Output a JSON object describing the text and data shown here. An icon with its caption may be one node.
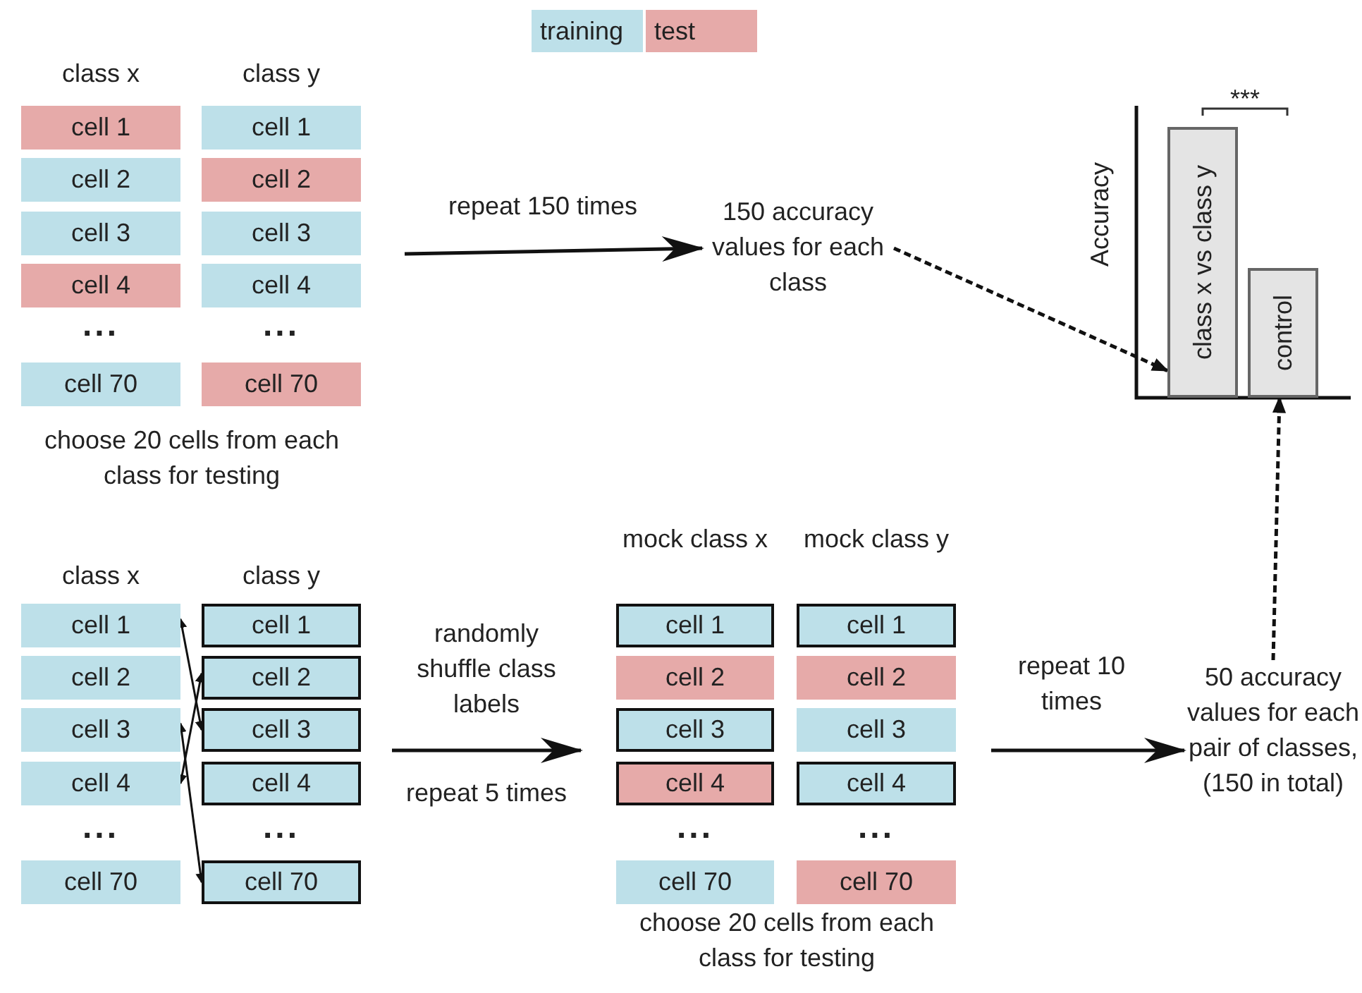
{
  "diagram": {
    "nodes": [
      {
        "text": [
          "cell 1"
        ]
      },
      {
        "text": [
          "cell 2"
        ]
      },
      {
        "text": [
          "cell 3"
        ]
      },
      {
        "text": [
          "cell 4"
        ]
      },
      {
        "text": [
          "cell 70"
        ]
      },
      {
        "text": [
          "cell 1"
        ]
      },
      {
        "text": [
          "cell 2"
        ]
      },
      {
        "text": [
          "cell 3"
        ]
      },
      {
        "text": [
          "cell 4"
        ]
      },
      {
        "text": [
          "cell 70"
        ]
      },
      {
        "text": [
          "150 accuracy values for each class"
        ]
      },
      {
        "text": [
          "class x vs class y"
        ]
      },
      {
        "text": [
          "control"
        ]
      },
      {
        "text": [
          "cell 1"
        ]
      },
      {
        "text": [
          "cell 2"
        ]
      },
      {
        "text": [
          "cell 3"
        ]
      },
      {
        "text": [
          "cell 4"
        ]
      },
      {
        "text": [
          "cell 70"
        ]
      },
      {
        "text": [
          "cell 1"
        ]
      },
      {
        "text": [
          "cell 2"
        ]
      },
      {
        "text": [
          "cell 3"
        ]
      },
      {
        "text": [
          "cell 4"
        ]
      },
      {
        "text": [
          "cell 70"
        ]
      },
      {
        "text": [
          "cell 1"
        ]
      },
      {
        "text": [
          "cell 2"
        ]
      },
      {
        "text": [
          "cell 3"
        ]
      },
      {
        "text": [
          "cell 4"
        ]
      },
      {
        "text": [
          "cell 70"
        ]
      },
      {
        "text": [
          "cell 1"
        ]
      },
      {
        "text": [
          "cell 2"
        ]
      },
      {
        "text": [
          "cell 3"
        ]
      },
      {
        "text": [
          "cell 4"
        ]
      },
      {
        "text": [
          "cell 70"
        ]
      },
      {
        "text": [
          "50 accuracy values for each pair of classes, (150 in total)"
        ]
      }
    ],
    "edges": [
      {
        "from": null,
        "to": 10,
        "arrow": "to",
        "label": "repeat 150 times"
      },
      {
        "from": 10,
        "to": 11,
        "arrow": "to",
        "style": "dashed"
      },
      {
        "from": 13,
        "to": 20,
        "arrow": "both"
      },
      {
        "from": 16,
        "to": 19,
        "arrow": "both"
      },
      {
        "from": 15,
        "to": 22,
        "arrow": "both"
      },
      {
        "from": null,
        "to": 33,
        "arrow": "to",
        "label": "repeat 10 times"
      },
      {
        "from": 33,
        "to": 12,
        "arrow": "to",
        "style": "dashed"
      }
    ],
    "labels": [
      "class x",
      "class y",
      "...",
      "...",
      "choose 20 cells from each class for testing",
      "Accuracy",
      "***",
      "class x",
      "class y",
      "...",
      "...",
      "randomly shuffle class labels",
      "repeat 5 times",
      "mock class x",
      "mock class y",
      "...",
      "...",
      "choose 20 cells from each class for testing"
    ],
    "legend": [
      {
        "text": "training",
        "color": "#bde0e9"
      },
      {
        "text": "test",
        "color": "#e6aaa9"
      }
    ]
  }
}
